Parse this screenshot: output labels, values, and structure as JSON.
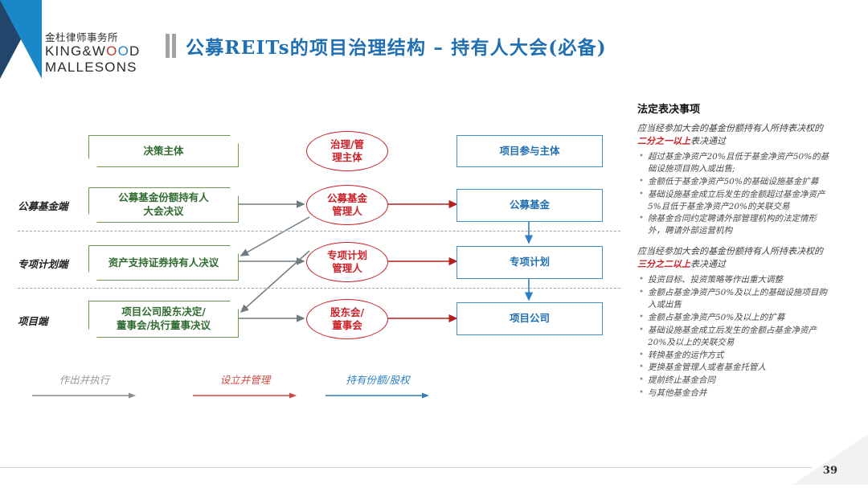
{
  "brand": {
    "cn_name": "金杜律师事务所",
    "en_line1": "KING&WOOD",
    "en_line2": "MALLESONS"
  },
  "title": "公募REITs的项目治理结构 – 持有人大会(必备)",
  "diagram": {
    "column_headers": {
      "decision": "决策主体",
      "governance": "治理/管理主体",
      "participant": "项目参与主体"
    },
    "rows": [
      {
        "label": "公募基金端",
        "decision": "公募基金份额持有人\n大会决议",
        "governance": "公募基金\n管理人",
        "participant": "公募基金"
      },
      {
        "label": "专项计划端",
        "decision": "资产支持证券持有人决议",
        "governance": "专项计划\n管理人",
        "participant": "专项计划"
      },
      {
        "label": "项目端",
        "decision": "项目公司股东决定/\n董事会/执行董事决议",
        "governance": "股东会/\n董事会",
        "participant": "项目公司"
      }
    ],
    "legend": [
      {
        "label": "作出并执行",
        "color": "#8c8c8c"
      },
      {
        "label": "设立并管理",
        "color": "#cc3b32"
      },
      {
        "label": "持有份额/股权",
        "color": "#2b7fc4"
      }
    ]
  },
  "panel": {
    "heading": "法定表决事项",
    "groups": [
      {
        "lead_before": "应当经参加大会的基金份额持有人所持表决权的",
        "lead_highlight": "二分之一以上",
        "lead_after": "表决通过",
        "items": [
          "超过基金净资产20%且低于基金净资产50%的基础设施项目购入或出售;",
          "金额低于基金净资产50%的基础设施基金扩募",
          "基础设施基金成立后发生的金额超过基金净资产5%且低于基金净资产20%的关联交易",
          "除基金合同约定聘请外部管理机构的法定情形外，聘请外部运营机构"
        ]
      },
      {
        "lead_before": "应当经参加大会的基金份额持有人所持表决权的",
        "lead_highlight": "三分之二以上",
        "lead_after": "表决通过",
        "items": [
          "投资目标、投资策略等作出重大调整",
          "金额占基金净资产50%及以上的基础设施项目购入或出售",
          "金额占基金净资产50%及以上的扩募",
          "基础设施基金成立后发生的金额占基金净资产20%及以上的关联交易",
          "转换基金的运作方式",
          "更换基金管理人或者基金托管人",
          "提前终止基金合同",
          "与其他基金合并"
        ]
      }
    ]
  },
  "footer": {
    "page_number": "39"
  },
  "colors": {
    "title_blue": "#1f6fb2",
    "green": "#6e9a4e",
    "red": "#cc2128",
    "blue": "#3f8fd0",
    "gray": "#8c8c8c"
  }
}
